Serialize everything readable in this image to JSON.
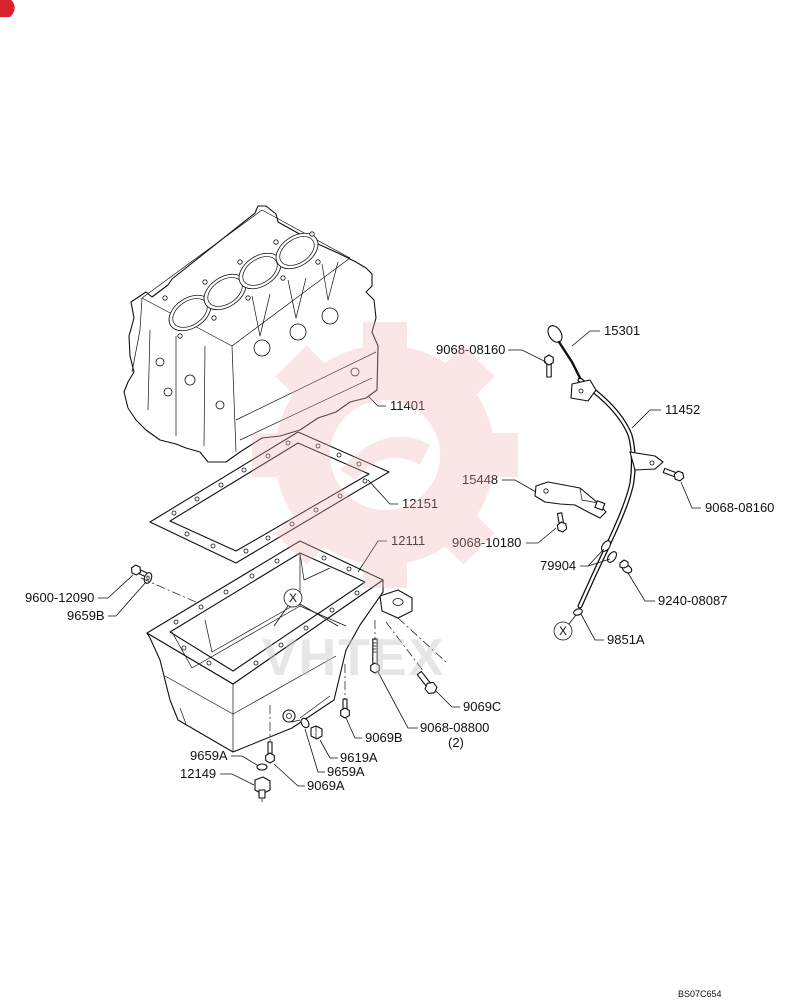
{
  "diagram": {
    "code": "BS07C654",
    "watermark": "VHTEX"
  },
  "markers": [
    "X",
    "X"
  ],
  "callouts": [
    {
      "part": "15301"
    },
    {
      "part": "9068-08160"
    },
    {
      "part": "11452"
    },
    {
      "part": "11401"
    },
    {
      "part": "12151"
    },
    {
      "part": "15448"
    },
    {
      "part": "9068-08160"
    },
    {
      "part": "9068-10180"
    },
    {
      "part": "79904"
    },
    {
      "part": "12111"
    },
    {
      "part": "9240-08087"
    },
    {
      "part": "9600-12090"
    },
    {
      "part": "9659B"
    },
    {
      "part": "9851A"
    },
    {
      "part": "9069C"
    },
    {
      "part": "9068-08800",
      "qty": "(2)"
    },
    {
      "part": "9069B"
    },
    {
      "part": "9659A"
    },
    {
      "part": "9619A"
    },
    {
      "part": "12149"
    },
    {
      "part": "9659A"
    },
    {
      "part": "9069A"
    }
  ],
  "colors": {
    "line": "#111111",
    "watermark_gear": "#f2b3b3",
    "watermark_text": "#c8c8c8",
    "logo": "#d9232d"
  }
}
